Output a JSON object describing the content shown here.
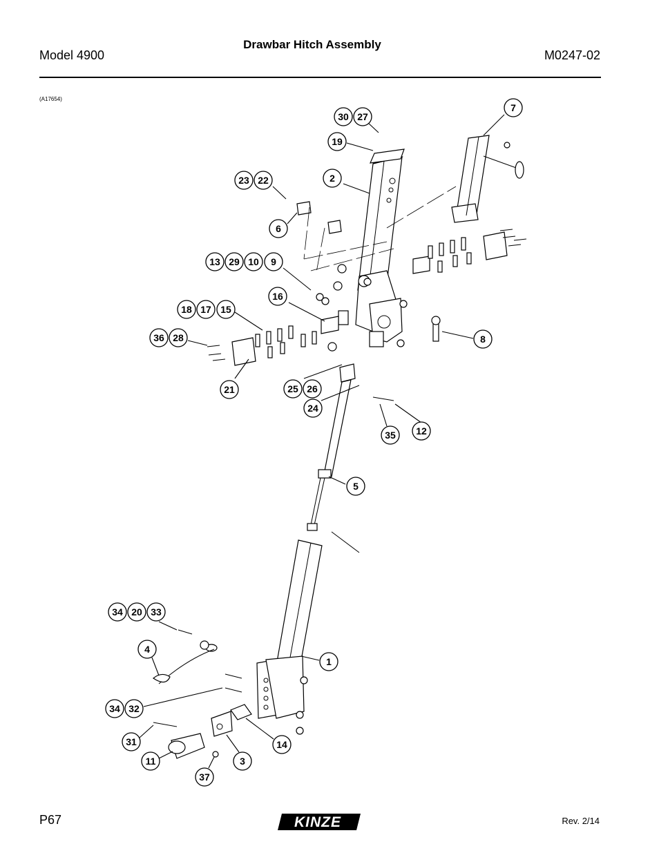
{
  "header": {
    "model": "Model 4900",
    "title": "Drawbar Hitch Assembly",
    "doc_code": "M0247-02"
  },
  "figure": {
    "id": "(A17654)",
    "callouts": [
      "30",
      "27",
      "7",
      "19",
      "2",
      "23",
      "22",
      "6",
      "13",
      "29",
      "10",
      "9",
      "16",
      "18",
      "17",
      "15",
      "36",
      "28",
      "21",
      "8",
      "25",
      "26",
      "24",
      "12",
      "35",
      "5",
      "34",
      "20",
      "33",
      "4",
      "1",
      "34",
      "32",
      "31",
      "14",
      "11",
      "3",
      "37"
    ]
  },
  "footer": {
    "page": "P67",
    "brand": "KINZE",
    "revision": "Rev. 2/14"
  }
}
